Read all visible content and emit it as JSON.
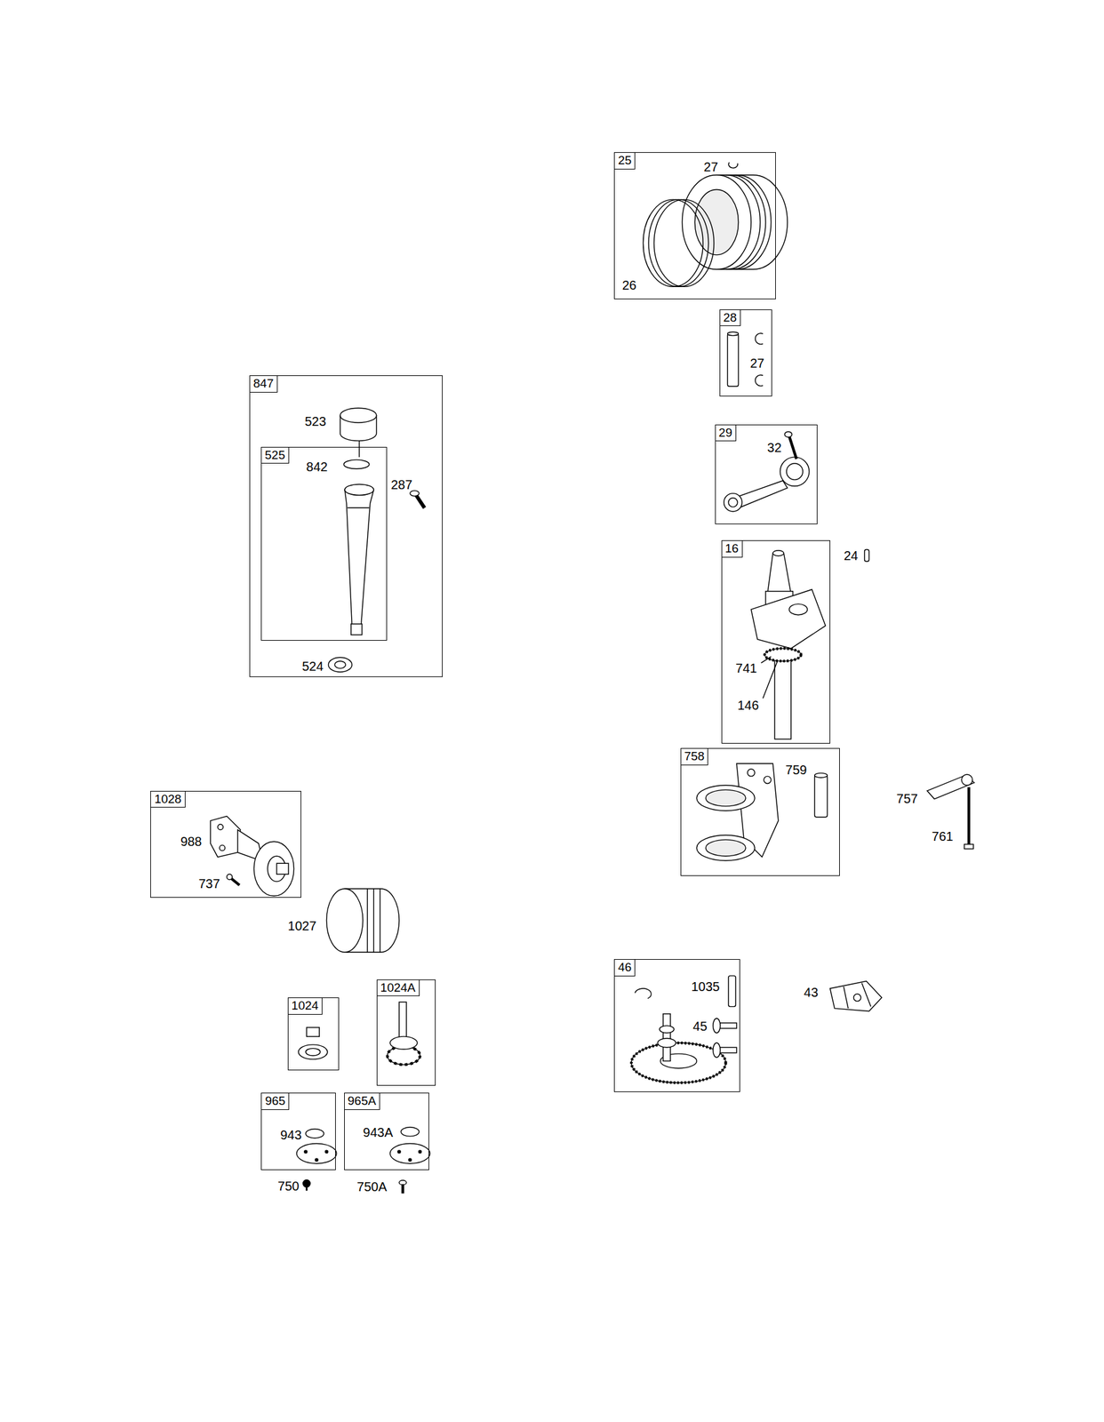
{
  "diagram": {
    "nodes": [
      {
        "text": [
          "25",
          "27",
          "26"
        ]
      },
      {
        "text": [
          "28",
          "27"
        ]
      },
      {
        "text": [
          "847",
          "523",
          "287",
          "524"
        ]
      },
      {
        "text": [
          "525",
          "842"
        ],
        "in": 2
      },
      {
        "text": [
          "29",
          "32"
        ]
      },
      {
        "text": [
          "16",
          "741",
          "146"
        ]
      },
      {
        "text": [
          "758",
          "759"
        ]
      },
      {
        "text": [
          "1028",
          "988",
          "737"
        ]
      },
      {
        "text": [
          "46",
          "1035",
          "45"
        ]
      },
      {
        "text": [
          "1024"
        ]
      },
      {
        "text": [
          "1024A"
        ]
      },
      {
        "text": [
          "965",
          "943"
        ]
      },
      {
        "text": [
          "965A",
          "943A"
        ]
      }
    ],
    "labels": [
      "24",
      "757",
      "761",
      "43",
      "1027",
      "750",
      "750A"
    ]
  }
}
